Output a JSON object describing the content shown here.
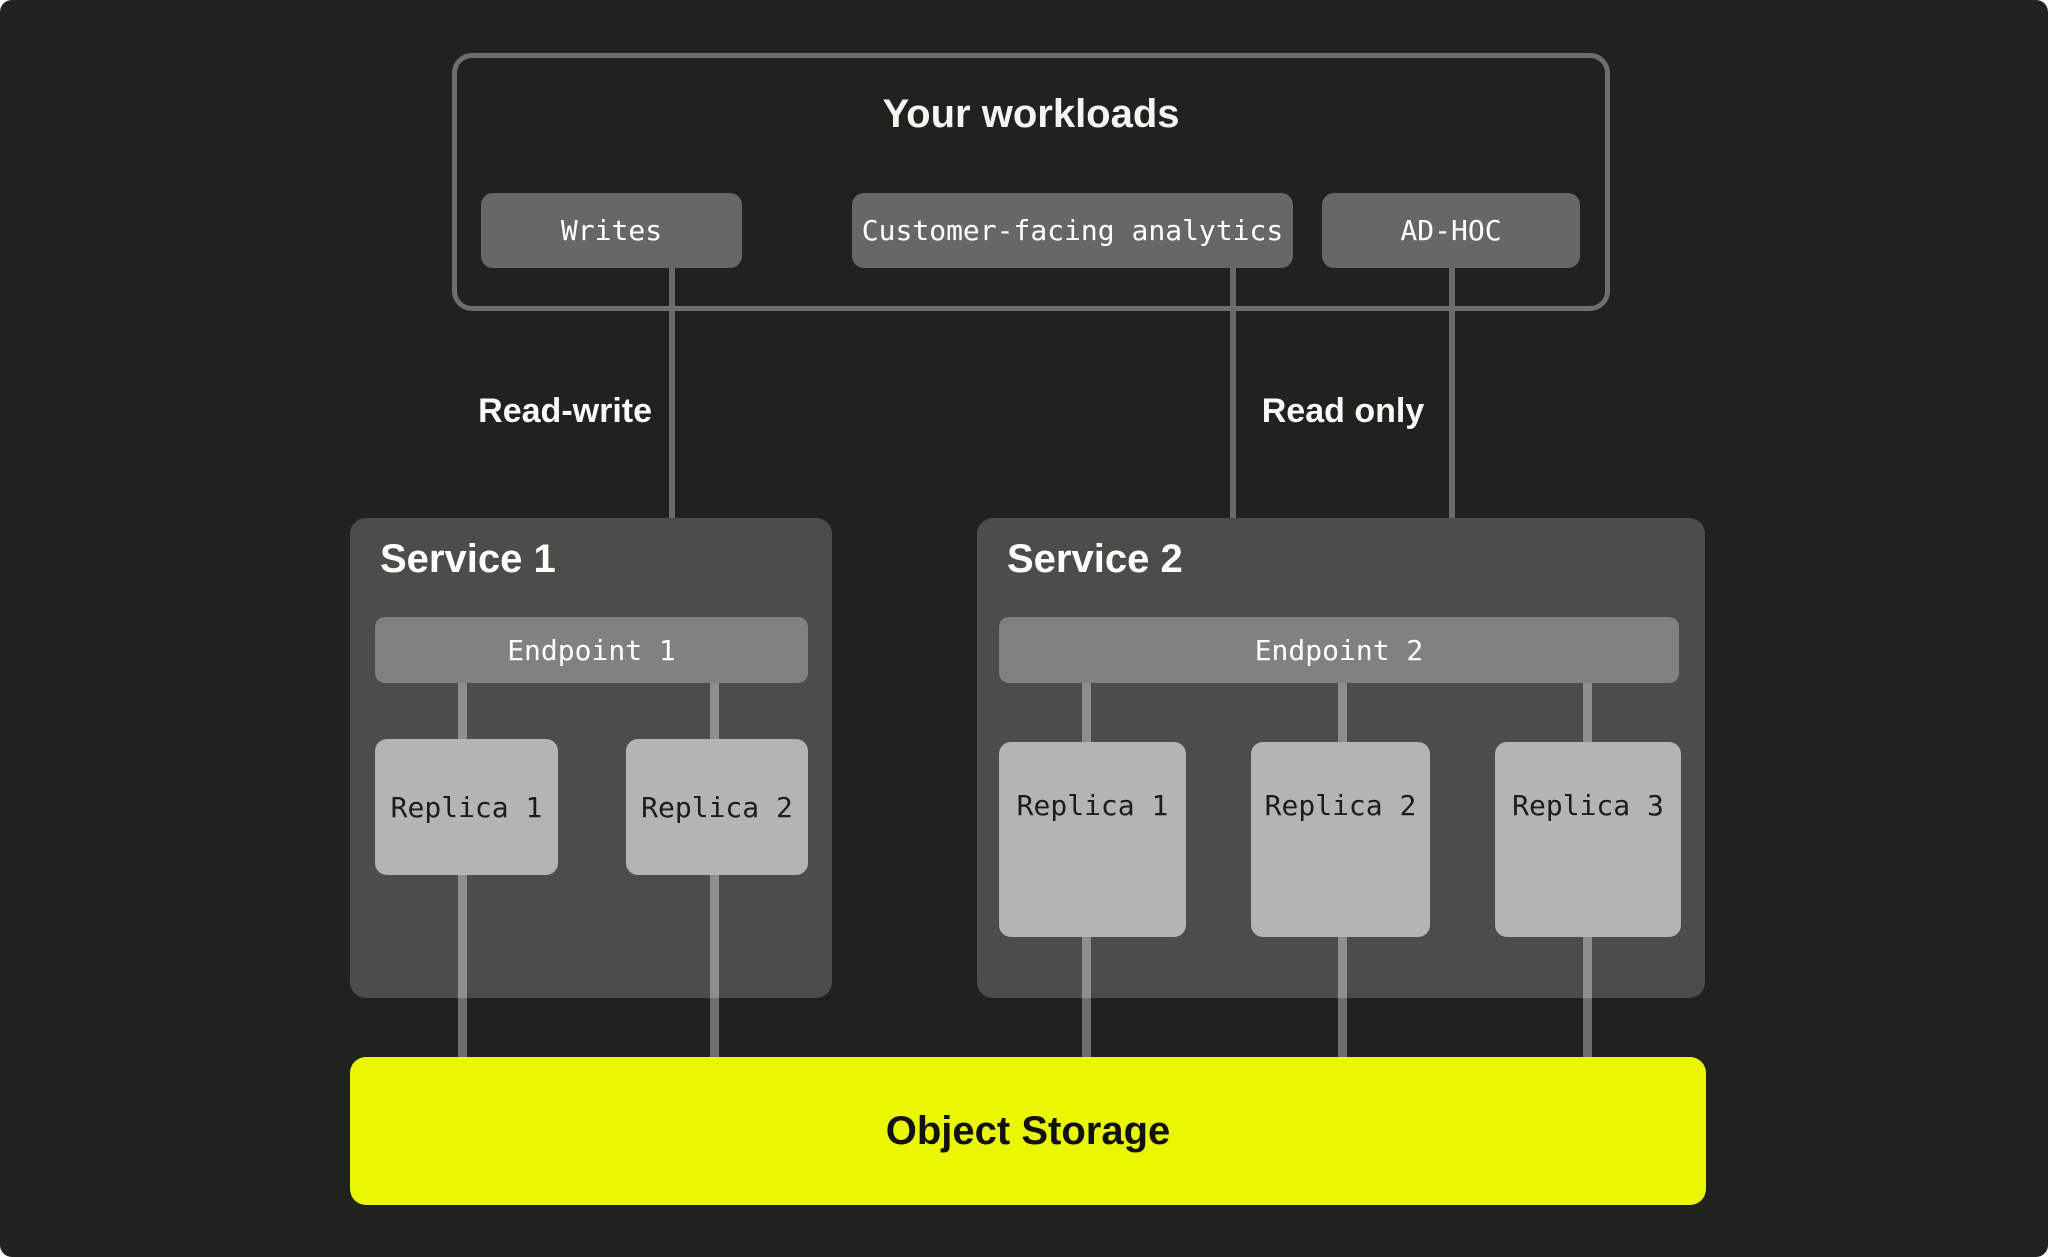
{
  "workloads": {
    "title": "Your workloads",
    "buttons": [
      {
        "label": "Writes"
      },
      {
        "label": "Customer-facing analytics"
      },
      {
        "label": "AD-HOC"
      }
    ]
  },
  "edges": {
    "read_write": "Read-write",
    "read_only": "Read only"
  },
  "services": [
    {
      "title": "Service 1",
      "endpoint": "Endpoint 1",
      "replicas": [
        "Replica 1",
        "Replica 2"
      ]
    },
    {
      "title": "Service 2",
      "endpoint": "Endpoint 2",
      "replicas": [
        "Replica 1",
        "Replica 2",
        "Replica 3"
      ]
    }
  ],
  "storage": {
    "label": "Object Storage"
  },
  "colors": {
    "background": "#21211e",
    "group_border": "#6e6e6c",
    "workload_node": "#676765",
    "service_panel": "#4c4c49",
    "endpoint": "#81817f",
    "replica": "#b4b4b2",
    "connector_light": "#8e8e8c",
    "connector_dark": "#6e6e6b",
    "arrow": "#6a6a68",
    "storage_accent": "#e9f702",
    "text_light": "#f5f5f5",
    "text_dark": "#1c1c1c"
  }
}
